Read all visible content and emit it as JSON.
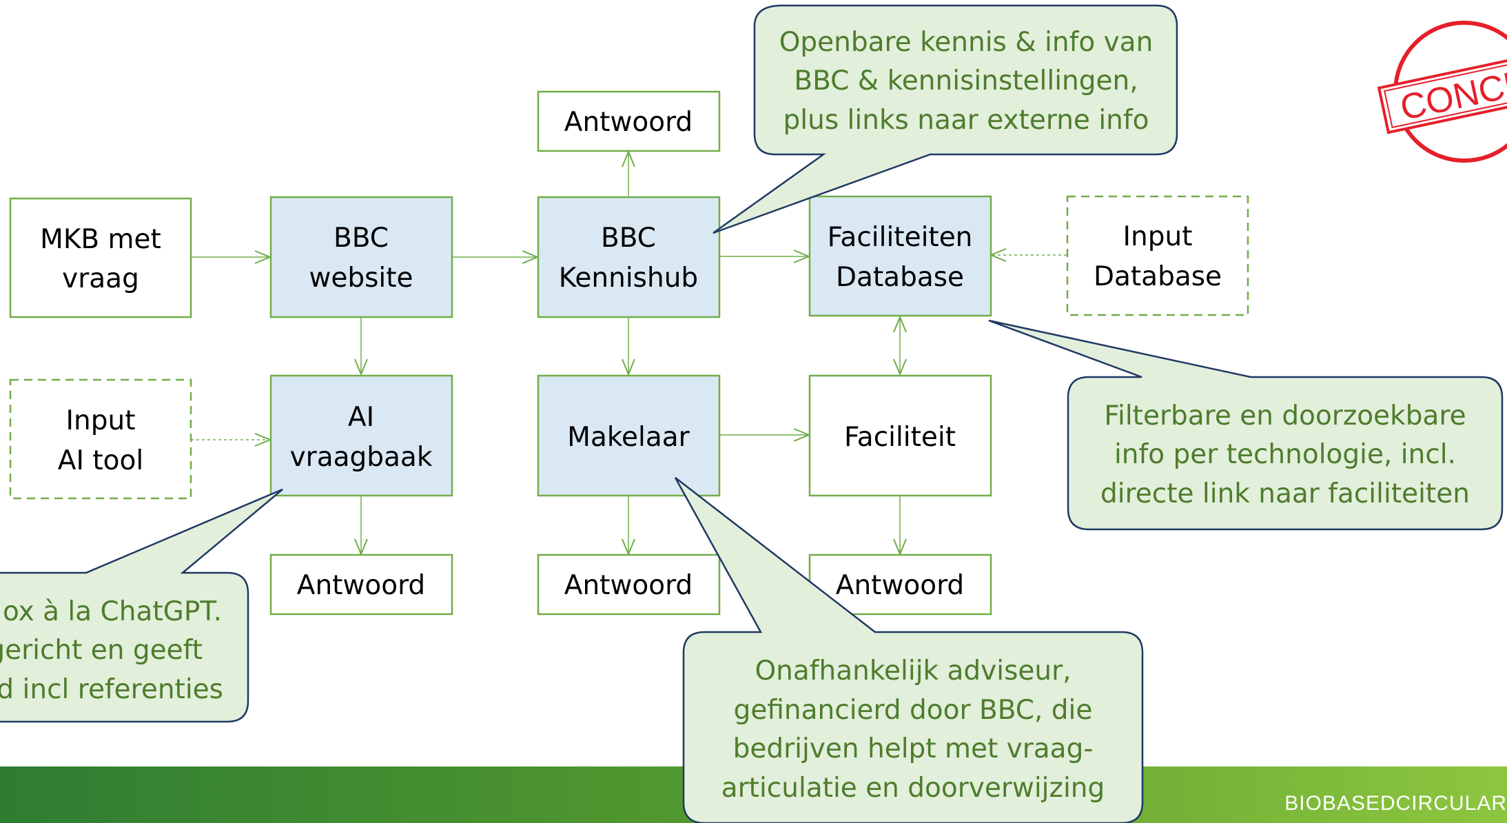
{
  "nodes": {
    "mkb": {
      "line1": "MKB met",
      "line2": "vraag"
    },
    "bbc_website": {
      "line1": "BBC",
      "line2": "website"
    },
    "bbc_kennishub": {
      "line1": "BBC",
      "line2": "Kennishub"
    },
    "faciliteiten_database": {
      "line1": "Faciliteiten",
      "line2": "Database"
    },
    "input_database": {
      "line1": "Input",
      "line2": "Database"
    },
    "input_ai_tool": {
      "line1": "Input",
      "line2": "AI tool"
    },
    "ai_vraagbaak": {
      "line1": "AI",
      "line2": "vraagbaak"
    },
    "makelaar": {
      "label": "Makelaar"
    },
    "faciliteit": {
      "label": "Faciliteit"
    },
    "antwoord_top": {
      "label": "Antwoord"
    },
    "antwoord_ai": {
      "label": "Antwoord"
    },
    "antwoord_makelaar": {
      "label": "Antwoord"
    },
    "antwoord_faciliteit": {
      "label": "Antwoord"
    }
  },
  "callouts": {
    "kennishub": {
      "line1": "Openbare kennis & info van",
      "line2": "BBC & kennisinstellingen,",
      "line3": "plus links naar externe info"
    },
    "database": {
      "line1": "Filterbare en doorzoekbare",
      "line2": "info per technologie, incl.",
      "line3": "directe link naar faciliteiten"
    },
    "ai": {
      "line1": "ox à la ChatGPT.",
      "line2": "gericht en geeft",
      "line3": "d incl referenties"
    },
    "makelaar": {
      "line1": "Onafhankelijk adviseur,",
      "line2": "gefinancierd door BBC, die",
      "line3": "bedrijven helpt met vraag-",
      "line4": "articulatie en doorverwijzing"
    }
  },
  "stamp": {
    "text": "CONCEPT"
  },
  "footer": {
    "text": "BIOBASEDCIRCULAR"
  },
  "colors": {
    "box_border": "#70ad47",
    "box_fill_blue": "#dae8f4",
    "callout_fill": "#e2efda",
    "callout_border": "#1f3864",
    "callout_text": "#4e7c2d",
    "arrow": "#70ad47",
    "stamp_red": "#e5202a",
    "footer_green_dark": "#2e7d32",
    "footer_green_light": "#8dc63f"
  }
}
